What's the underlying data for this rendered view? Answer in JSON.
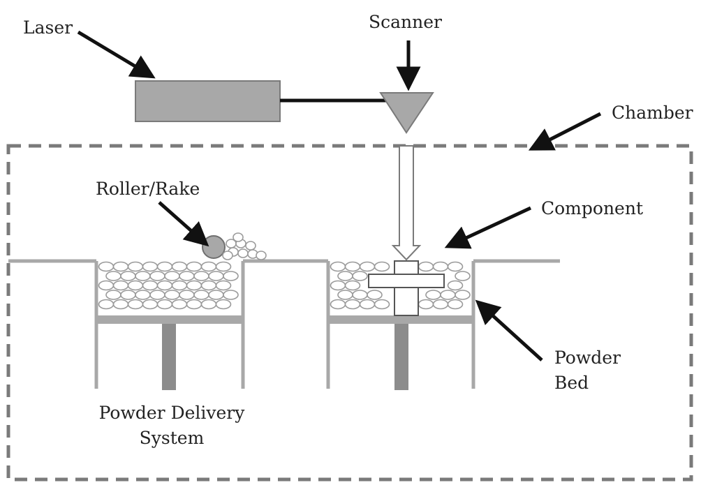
{
  "labels": {
    "laser": "Laser",
    "scanner": "Scanner",
    "chamber": "Chamber",
    "roller_rake": "Roller/Rake",
    "component": "Component",
    "powder_bed_line1": "Powder",
    "powder_bed_line2": "Bed",
    "powder_delivery_line1": "Powder Delivery",
    "powder_delivery_line2": "System"
  },
  "colors": {
    "gray_fill": "#a8a8a8",
    "gray_stroke": "#6f6f6f",
    "dashed_border": "#7a7a7a",
    "arrow": "#111111",
    "background": "#ffffff"
  }
}
